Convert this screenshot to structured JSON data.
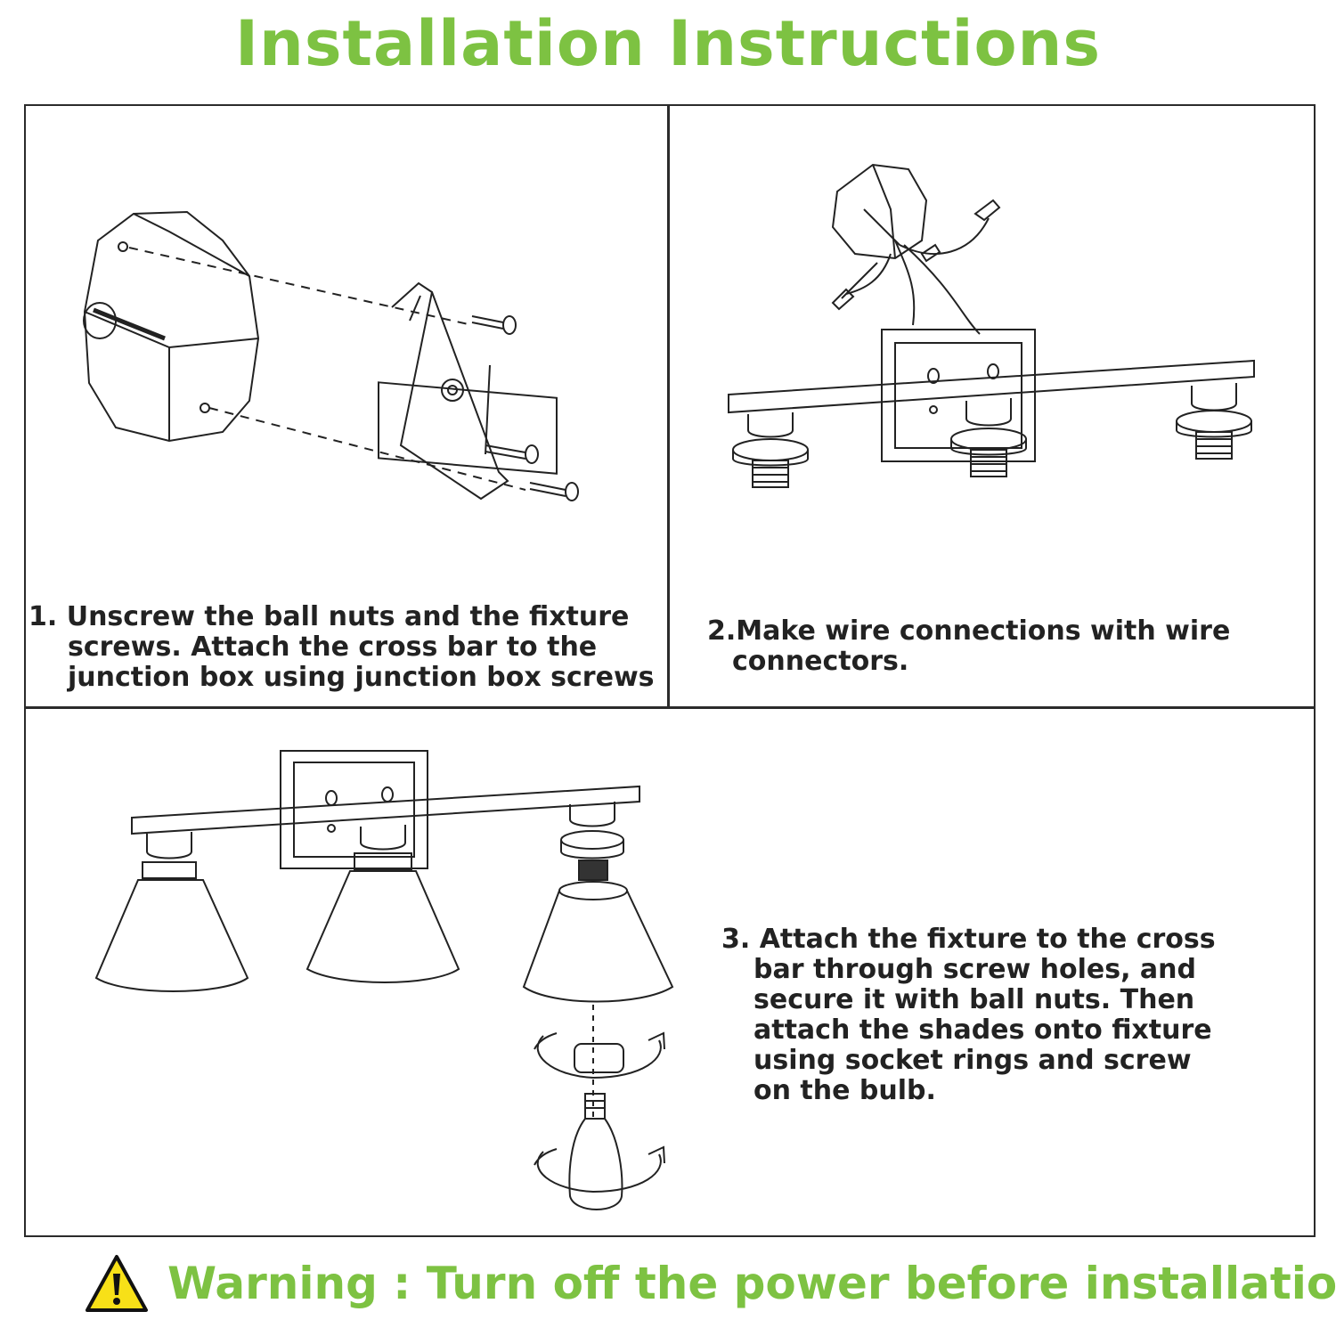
{
  "title": "Installation Instructions",
  "accent_color": "#7dc242",
  "steps": [
    {
      "lines": [
        "1. Unscrew the ball nuts and the fixture",
        "screws. Attach the cross bar to the",
        "junction box using junction box screws"
      ]
    },
    {
      "lines": [
        "2.Make wire connections with wire",
        "connectors."
      ]
    },
    {
      "lines": [
        "3. Attach the fixture to the cross",
        "bar through screw holes, and",
        "secure it with ball nuts. Then",
        "attach the shades onto fixture",
        "using socket rings and screw",
        "on the bulb."
      ]
    }
  ],
  "warning": {
    "icon": "warning-triangle-icon",
    "icon_color": "#f7e018",
    "text": "Warning  : Turn off the power before installation"
  }
}
